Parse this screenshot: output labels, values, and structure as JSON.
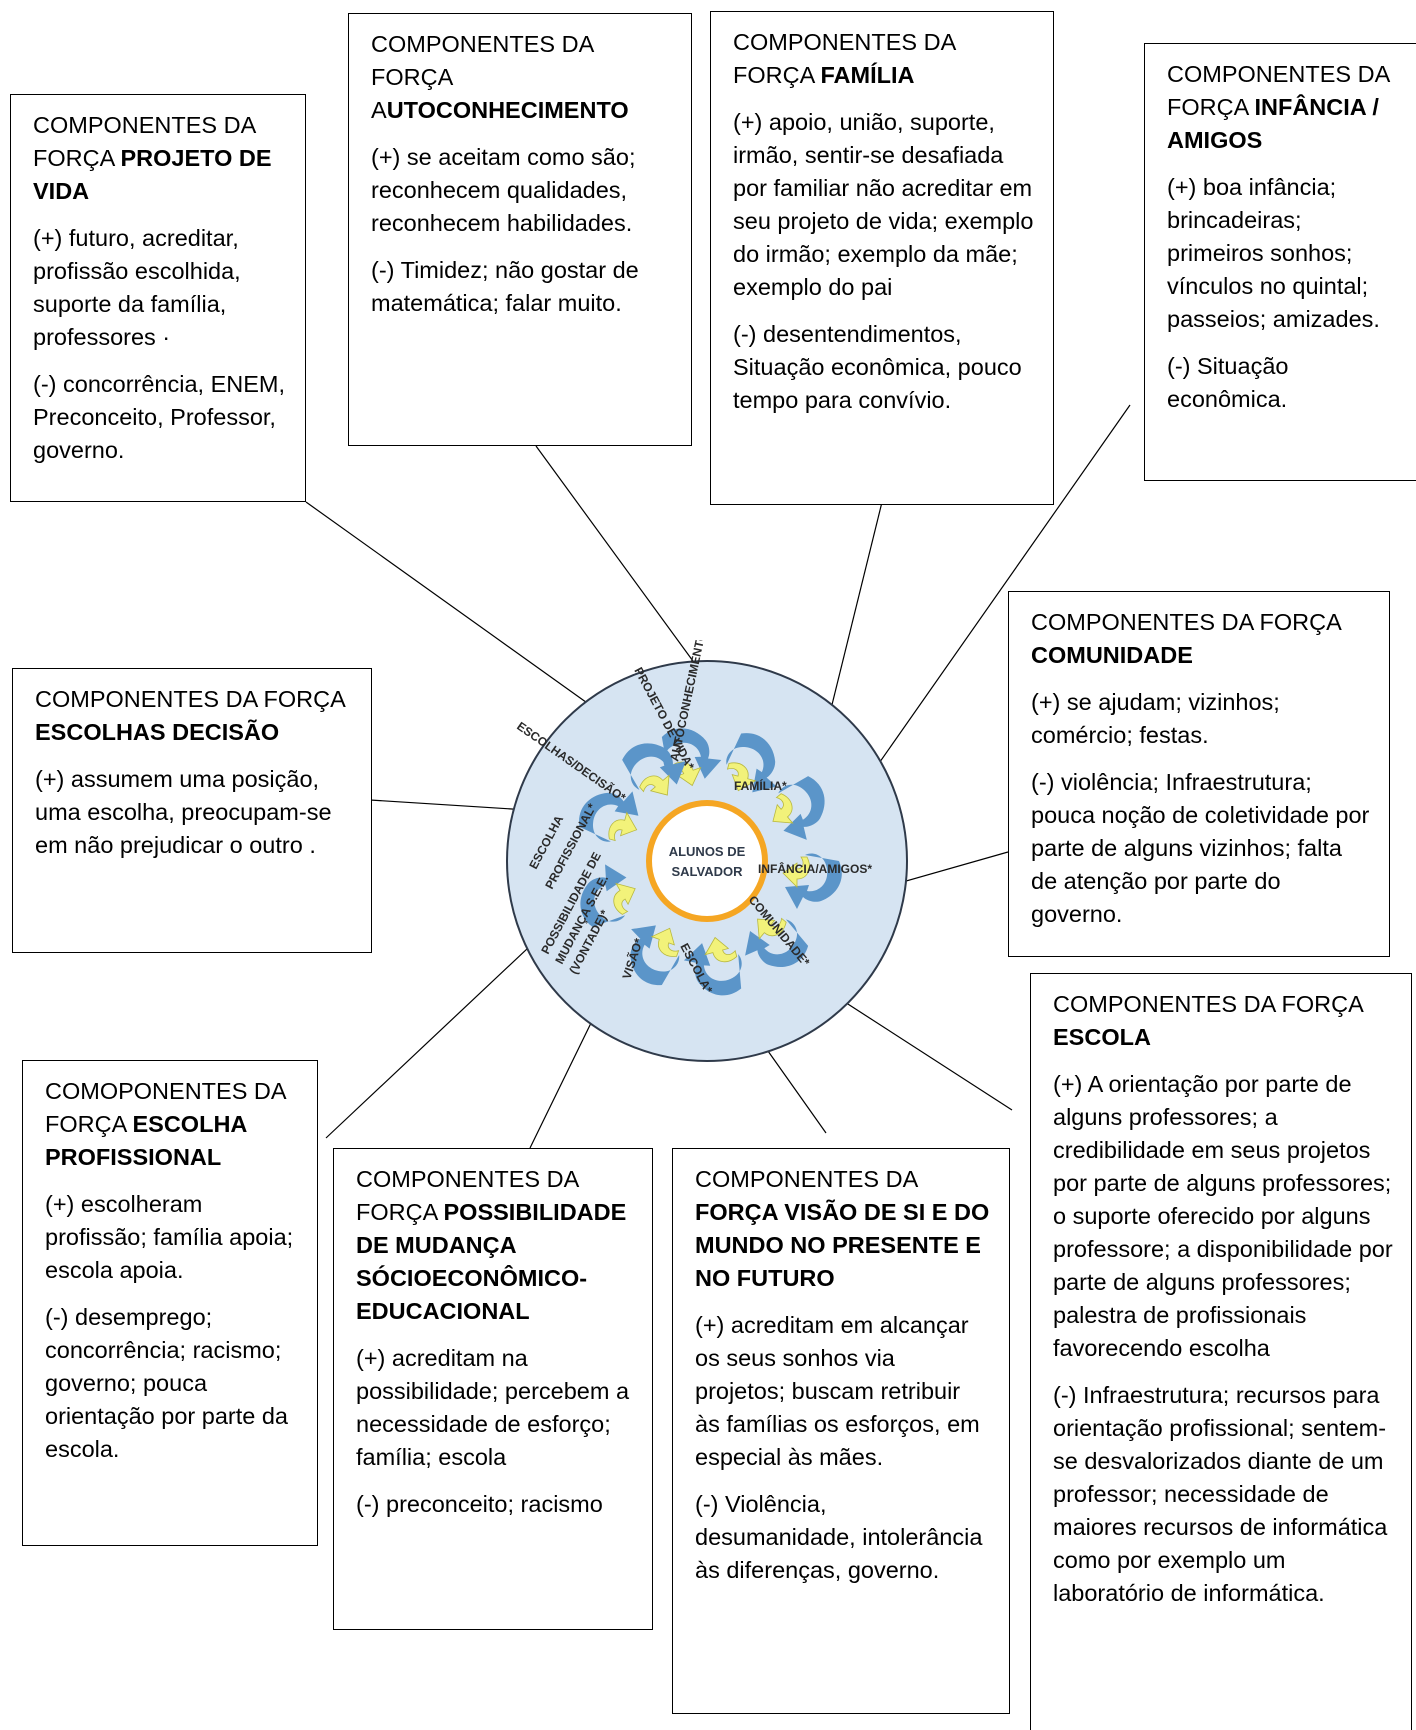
{
  "boxes": {
    "projeto_vida": {
      "title_prefix": "COMPONENTES DA FORÇA ",
      "title_bold": "PROJETO DE VIDA",
      "positive": "(+) futuro, acreditar, profissão escolhida, suporte da família, professores ·",
      "negative": "(-) concorrência, ENEM, Preconceito, Professor, governo."
    },
    "autoconhecimento": {
      "title_prefix": "COMPONENTES DA FORÇA A",
      "title_bold": "UTOCONHECIMENTO",
      "positive": "(+) se aceitam como são; reconhecem qualidades, reconhecem habilidades.",
      "negative": "(-) Timidez; não gostar de matemática; falar muito."
    },
    "familia": {
      "title_prefix": "COMPONENTES DA FORÇA ",
      "title_bold": "FAMÍLIA",
      "positive": "(+) apoio, união, suporte, irmão, sentir-se desafiada por familiar não acreditar em seu projeto de vida; exemplo do irmão; exemplo da mãe; exemplo do pai",
      "negative": "(-) desentendimentos, Situação econômica, pouco tempo para convívio."
    },
    "infancia": {
      "title_prefix": "COMPONENTES DA FORÇA ",
      "title_bold": "INFÂNCIA / AMIGOS",
      "positive": "(+) boa infância; brincadeiras; primeiros sonhos; vínculos no quintal; passeios; amizades.",
      "negative": "(-) Situação econômica."
    },
    "comunidade": {
      "title_prefix": "COMPONENTES DA FORÇA ",
      "title_bold": "COMUNIDADE",
      "positive": "(+) se ajudam; vizinhos; comércio; festas.",
      "negative": "(-) violência; Infraestrutura; pouca noção de coletividade por parte de alguns vizinhos; falta de atenção por parte do governo."
    },
    "escolhas": {
      "title_prefix": "COMPONENTES DA FORÇA ",
      "title_bold": "ESCOLHAS DECISÃO",
      "positive": "(+) assumem uma posição, uma escolha, preocupam-se em não prejudicar o outro .",
      "negative": ""
    },
    "escola": {
      "title_prefix": "COMPONENTES DA FORÇA ",
      "title_bold": "ESCOLA",
      "positive": "(+) A orientação por parte de alguns professores; a credibilidade em seus projetos por parte de alguns professores; o suporte oferecido por alguns professore; a disponibilidade por parte de alguns professores; palestra de profissionais favorecendo escolha",
      "negative": "(-) Infraestrutura; recursos para orientação profissional; sentem-se desvalorizados diante de um professor; necessidade de maiores recursos de informática como por exemplo um laboratório de informática."
    },
    "escolha_profissional": {
      "title_prefix": "COMOPONENTES DA FORÇA ",
      "title_bold": "ESCOLHA PROFISSIONAL",
      "positive": "(+) escolheram profissão; família apoia; escola apoia.",
      "negative": "(-) desemprego; concorrência; racismo; governo; pouca orientação por parte da escola."
    },
    "possibilidade": {
      "title_prefix": "COMPONENTES DA FORÇA ",
      "title_bold": "POSSIBILIDADE DE MUDANÇA SÓCIOECONÔMICO-EDUCACIONAL",
      "positive": "(+) acreditam na possibilidade; percebem a necessidade de esforço; família; escola",
      "negative": "(-) preconceito; racismo"
    },
    "visao": {
      "title_prefix": "COMPONENTES DA ",
      "title_bold": "FORÇA VISÃO DE SI E DO MUNDO NO PRESENTE E NO FUTURO",
      "positive": "(+) acreditam em alcançar os seus sonhos via projetos; buscam retribuir às famílias os esforços, em especial às mães.",
      "negative": "(-) Violência, desumanidade, intolerância às diferenças, governo."
    }
  },
  "hub": {
    "center_line1": "ALUNOS DE",
    "center_line2": "SALVADOR",
    "labels": {
      "projeto_vida": "PROJETO DE VIDA*",
      "autoconhecimento": "AUTOCONHECIMENTO*",
      "familia": "FAMÍLIA*",
      "infancia": "INFÂNCIA/AMIGOS*",
      "comunidade": "COMUNIDADE*",
      "escola": "ESCOLA*",
      "visao": "VISÃO*",
      "possibilidade_1": "POSSIBILIDADE DE",
      "possibilidade_2": "MUDANÇA S.E.E.",
      "possibilidade_3": "(VONTADE)*",
      "escolha_profissional_1": "ESCOLHA",
      "escolha_profissional_2": "PROFISSIONAL*",
      "escolhas_decisao": "ESCOLHAS/DECISÃO*"
    }
  },
  "colors": {
    "circle_fill": "#d6e4f2",
    "circle_stroke": "#2f3a4a",
    "blue_arrow": "#5b95c9",
    "yellow_arrow": "#f2f27a",
    "center_ring": "#f5a623"
  }
}
